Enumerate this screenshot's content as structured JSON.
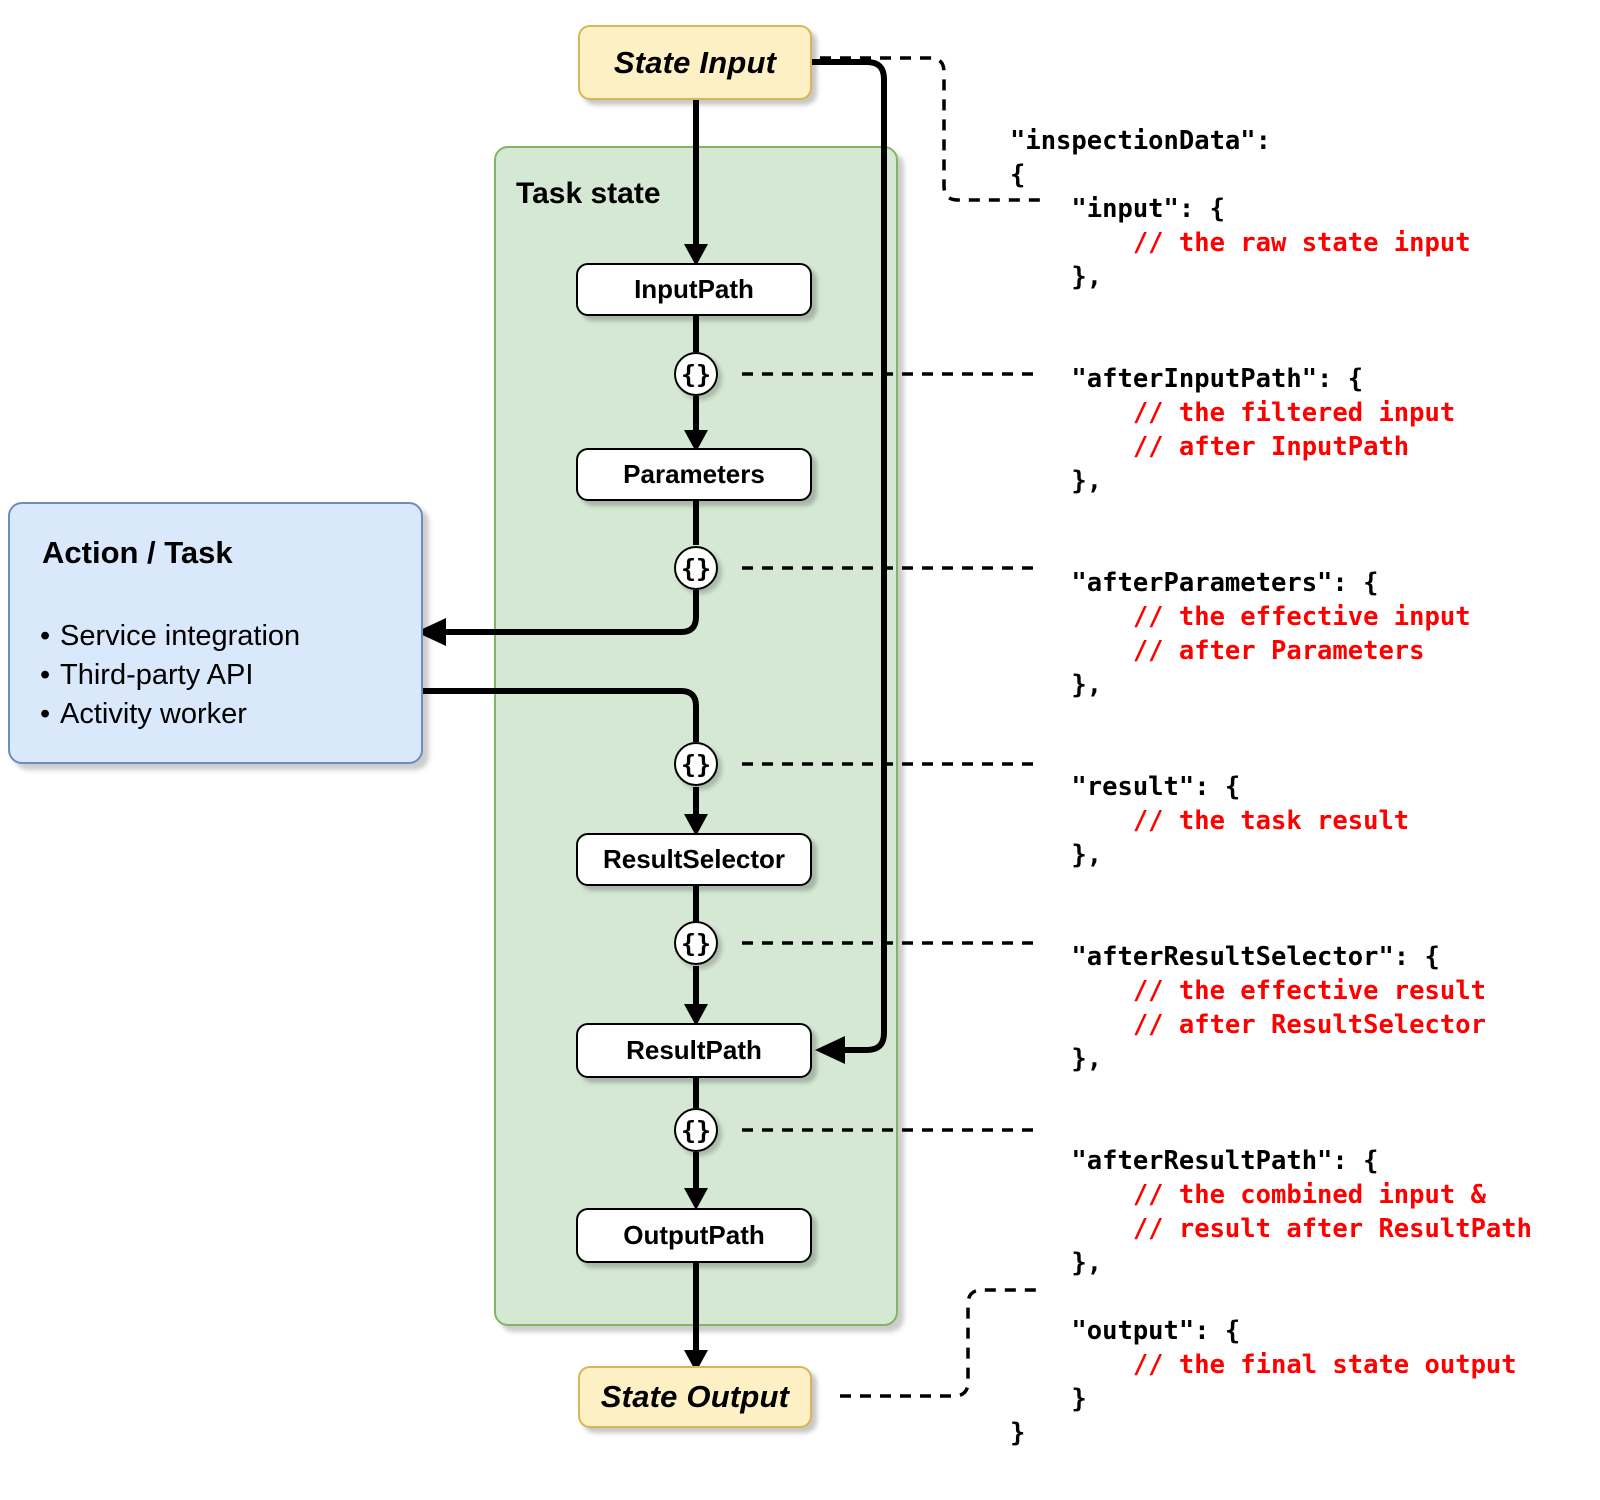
{
  "diagram": {
    "title": "AWS Step Functions Task state data flow",
    "colors": {
      "state_box_fill": "#fdf0c5",
      "state_box_stroke": "#d6b656",
      "task_state_fill": "#d5e8d4",
      "task_state_stroke": "#82b366",
      "action_box_fill": "#dae8fc",
      "action_box_stroke": "#6c8ebf",
      "field_box_fill": "#ffffff",
      "field_box_stroke": "#000000",
      "comment_color": "#ff0000",
      "line_color": "#000000"
    }
  },
  "nodes": {
    "state_input": "State Input",
    "state_output": "State Output",
    "task_state_label": "Task state",
    "brace_glyph": "{}",
    "fields": [
      {
        "label": "InputPath"
      },
      {
        "label": "Parameters"
      },
      {
        "label": "ResultSelector"
      },
      {
        "label": "ResultPath"
      },
      {
        "label": "OutputPath"
      }
    ]
  },
  "action_task": {
    "title": "Action / Task",
    "bullet": "•",
    "items": [
      "Service integration",
      "Third-party API",
      "Activity worker"
    ]
  },
  "json_annotation": {
    "lines": [
      {
        "text": "\"inspectionData\":",
        "color": "black"
      },
      {
        "text": "{",
        "color": "black"
      },
      {
        "text": "    \"input\": {",
        "color": "black"
      },
      {
        "text": "        // the raw state input",
        "color": "red"
      },
      {
        "text": "    },",
        "color": "black"
      },
      {
        "text": "",
        "color": "black"
      },
      {
        "text": "",
        "color": "black"
      },
      {
        "text": "    \"afterInputPath\": {",
        "color": "black"
      },
      {
        "text": "        // the filtered input",
        "color": "red"
      },
      {
        "text": "        // after InputPath",
        "color": "red"
      },
      {
        "text": "    },",
        "color": "black"
      },
      {
        "text": "",
        "color": "black"
      },
      {
        "text": "",
        "color": "black"
      },
      {
        "text": "    \"afterParameters\": {",
        "color": "black"
      },
      {
        "text": "        // the effective input",
        "color": "red"
      },
      {
        "text": "        // after Parameters",
        "color": "red"
      },
      {
        "text": "    },",
        "color": "black"
      },
      {
        "text": "",
        "color": "black"
      },
      {
        "text": "",
        "color": "black"
      },
      {
        "text": "    \"result\": {",
        "color": "black"
      },
      {
        "text": "        // the task result",
        "color": "red"
      },
      {
        "text": "    },",
        "color": "black"
      },
      {
        "text": "",
        "color": "black"
      },
      {
        "text": "",
        "color": "black"
      },
      {
        "text": "    \"afterResultSelector\": {",
        "color": "black"
      },
      {
        "text": "        // the effective result",
        "color": "red"
      },
      {
        "text": "        // after ResultSelector",
        "color": "red"
      },
      {
        "text": "    },",
        "color": "black"
      },
      {
        "text": "",
        "color": "black"
      },
      {
        "text": "",
        "color": "black"
      },
      {
        "text": "    \"afterResultPath\": {",
        "color": "black"
      },
      {
        "text": "        // the combined input &",
        "color": "red"
      },
      {
        "text": "        // result after ResultPath",
        "color": "red"
      },
      {
        "text": "    },",
        "color": "black"
      },
      {
        "text": "",
        "color": "black"
      },
      {
        "text": "    \"output\": {",
        "color": "black"
      },
      {
        "text": "        // the final state output",
        "color": "red"
      },
      {
        "text": "    }",
        "color": "black"
      },
      {
        "text": "}",
        "color": "black"
      }
    ]
  }
}
